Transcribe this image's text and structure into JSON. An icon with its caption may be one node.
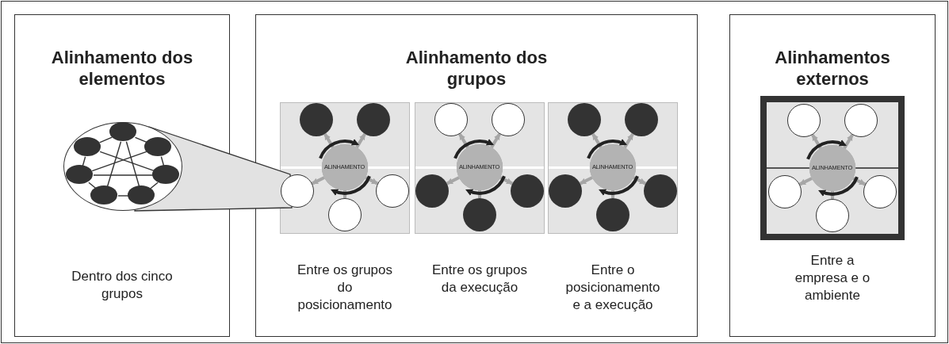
{
  "diagram": {
    "nodes": [
      {
        "text": [
          "Alinhamento dos elementos"
        ]
      },
      {
        "text": [],
        "shape": "circle",
        "in": 0
      },
      {
        "text": [],
        "shape": "circle",
        "in": 1
      },
      {
        "text": [],
        "shape": "circle",
        "in": 1
      },
      {
        "text": [],
        "shape": "circle",
        "in": 1
      },
      {
        "text": [],
        "shape": "circle",
        "in": 1
      },
      {
        "text": [],
        "shape": "circle",
        "in": 1
      },
      {
        "text": [],
        "shape": "circle",
        "in": 1
      },
      {
        "text": [],
        "shape": "circle",
        "in": 1
      },
      {
        "text": [
          "Alinhamento dos grupos"
        ]
      },
      {
        "text": [],
        "shape": "box",
        "in": 9,
        "beside": [
          "Entre os grupos do posicionamento"
        ]
      },
      {
        "text": [
          "ALINHAMENTO"
        ],
        "in": 10
      },
      {
        "text": [],
        "shape": "circle",
        "in": 10
      },
      {
        "text": [],
        "shape": "circle",
        "in": 10
      },
      {
        "text": [],
        "shape": "circle",
        "in": 10
      },
      {
        "text": [],
        "shape": "circle",
        "in": 10
      },
      {
        "text": [],
        "shape": "circle",
        "in": 10
      },
      {
        "text": [],
        "shape": "box",
        "in": 9,
        "beside": [
          "Entre os grupos da execução"
        ]
      },
      {
        "text": [
          "ALINHAMENTO"
        ],
        "in": 17
      },
      {
        "text": [],
        "shape": "circle",
        "in": 17
      },
      {
        "text": [],
        "shape": "circle",
        "in": 17
      },
      {
        "text": [],
        "shape": "circle",
        "in": 17
      },
      {
        "text": [],
        "shape": "circle",
        "in": 17
      },
      {
        "text": [],
        "shape": "circle",
        "in": 17
      },
      {
        "text": [],
        "shape": "box",
        "in": 9,
        "beside": [
          "Entre o posicionamento e a execução"
        ]
      },
      {
        "text": [
          "ALINHAMENTO"
        ],
        "in": 24
      },
      {
        "text": [],
        "shape": "circle",
        "in": 24
      },
      {
        "text": [],
        "shape": "circle",
        "in": 24
      },
      {
        "text": [],
        "shape": "circle",
        "in": 24
      },
      {
        "text": [],
        "shape": "circle",
        "in": 24
      },
      {
        "text": [],
        "shape": "circle",
        "in": 24
      },
      {
        "text": [
          "Alinhamentos externos"
        ]
      },
      {
        "text": [],
        "shape": "box",
        "in": 31,
        "beside": [
          "Entre a empresa e o ambiente"
        ]
      },
      {
        "text": [
          "ALINHAMENTO"
        ],
        "in": 32
      },
      {
        "text": [],
        "shape": "circle",
        "in": 32
      },
      {
        "text": [],
        "shape": "circle",
        "in": 32
      },
      {
        "text": [],
        "shape": "circle",
        "in": 32
      },
      {
        "text": [],
        "shape": "circle",
        "in": 32
      },
      {
        "text": [],
        "shape": "circle",
        "in": 32
      }
    ],
    "edges": [
      {
        "from": 2,
        "to": 3,
        "arrow": "none",
        "color": "#333333"
      },
      {
        "from": 2,
        "to": 4,
        "arrow": "none",
        "color": "#333333"
      },
      {
        "from": 3,
        "to": 5,
        "arrow": "none",
        "color": "#333333"
      },
      {
        "from": 4,
        "to": 6,
        "arrow": "none",
        "color": "#333333"
      },
      {
        "from": 5,
        "to": 7,
        "arrow": "none",
        "color": "#333333"
      },
      {
        "from": 6,
        "to": 8,
        "arrow": "none",
        "color": "#333333"
      },
      {
        "from": 7,
        "to": 8,
        "arrow": "none",
        "color": "#333333"
      },
      {
        "from": 2,
        "to": 7,
        "arrow": "none",
        "color": "#333333"
      },
      {
        "from": 2,
        "to": 8,
        "arrow": "none",
        "color": "#333333"
      },
      {
        "from": 3,
        "to": 6,
        "arrow": "none",
        "color": "#333333"
      },
      {
        "from": 4,
        "to": 5,
        "arrow": "none",
        "color": "#333333"
      },
      {
        "from": 5,
        "to": 6,
        "arrow": "none",
        "color": "#333333"
      },
      {
        "from": 11,
        "to": 12,
        "arrow": "to"
      },
      {
        "from": 11,
        "to": 13,
        "arrow": "to"
      },
      {
        "from": 11,
        "to": 14,
        "arrow": "to"
      },
      {
        "from": 11,
        "to": 15,
        "arrow": "to"
      },
      {
        "from": 11,
        "to": 16,
        "arrow": "to"
      },
      {
        "from": 18,
        "to": 19,
        "arrow": "to"
      },
      {
        "from": 18,
        "to": 20,
        "arrow": "to"
      },
      {
        "from": 18,
        "to": 21,
        "arrow": "to"
      },
      {
        "from": 18,
        "to": 22,
        "arrow": "to"
      },
      {
        "from": 18,
        "to": 23,
        "arrow": "to"
      },
      {
        "from": 25,
        "to": 26,
        "arrow": "to"
      },
      {
        "from": 25,
        "to": 27,
        "arrow": "to"
      },
      {
        "from": 25,
        "to": 28,
        "arrow": "to"
      },
      {
        "from": 25,
        "to": 29,
        "arrow": "to"
      },
      {
        "from": 25,
        "to": 30,
        "arrow": "to"
      },
      {
        "from": 33,
        "to": 34,
        "arrow": "to"
      },
      {
        "from": 33,
        "to": 35,
        "arrow": "to"
      },
      {
        "from": 33,
        "to": 36,
        "arrow": "to"
      },
      {
        "from": 33,
        "to": 37,
        "arrow": "to"
      },
      {
        "from": 33,
        "to": 38,
        "arrow": "to"
      }
    ],
    "labels": [
      "Dentro dos cinco grupos"
    ]
  }
}
